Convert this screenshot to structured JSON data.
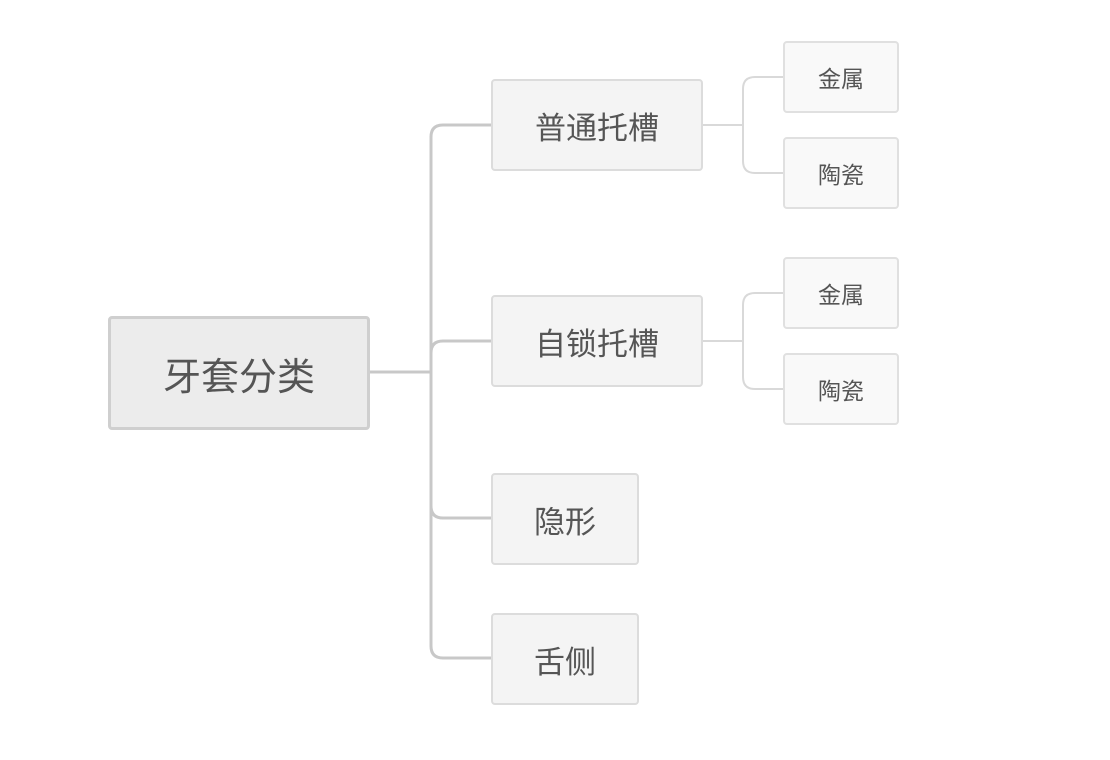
{
  "diagram": {
    "root": {
      "label": "牙套分类"
    },
    "branches": [
      {
        "label": "普通托槽",
        "children": [
          {
            "label": "金属"
          },
          {
            "label": "陶瓷"
          }
        ]
      },
      {
        "label": "自锁托槽",
        "children": [
          {
            "label": "金属"
          },
          {
            "label": "陶瓷"
          }
        ]
      },
      {
        "label": "隐形",
        "children": []
      },
      {
        "label": "舌侧",
        "children": []
      }
    ]
  },
  "colors": {
    "main_connector": "#c8c8c8",
    "sub_connector": "#d9d9d9",
    "text": "#555555"
  }
}
